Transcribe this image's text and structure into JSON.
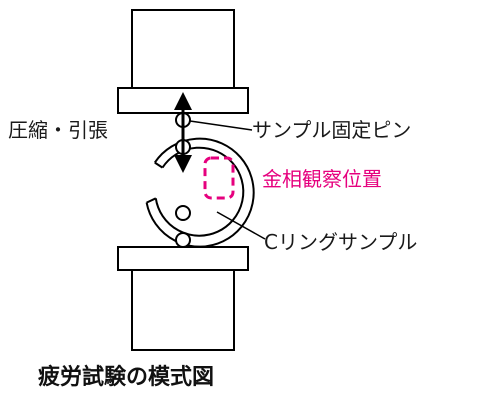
{
  "labels": {
    "load": "圧縮・引張",
    "pin": "サンプル固定ピン",
    "observation": "金相観察位置",
    "ring": "Cリングサンプル"
  },
  "caption": "疲労試験の模式図",
  "colors": {
    "line": "#000000",
    "text": "#1a1a1a",
    "highlight": "#e6007e",
    "background": "#ffffff"
  }
}
